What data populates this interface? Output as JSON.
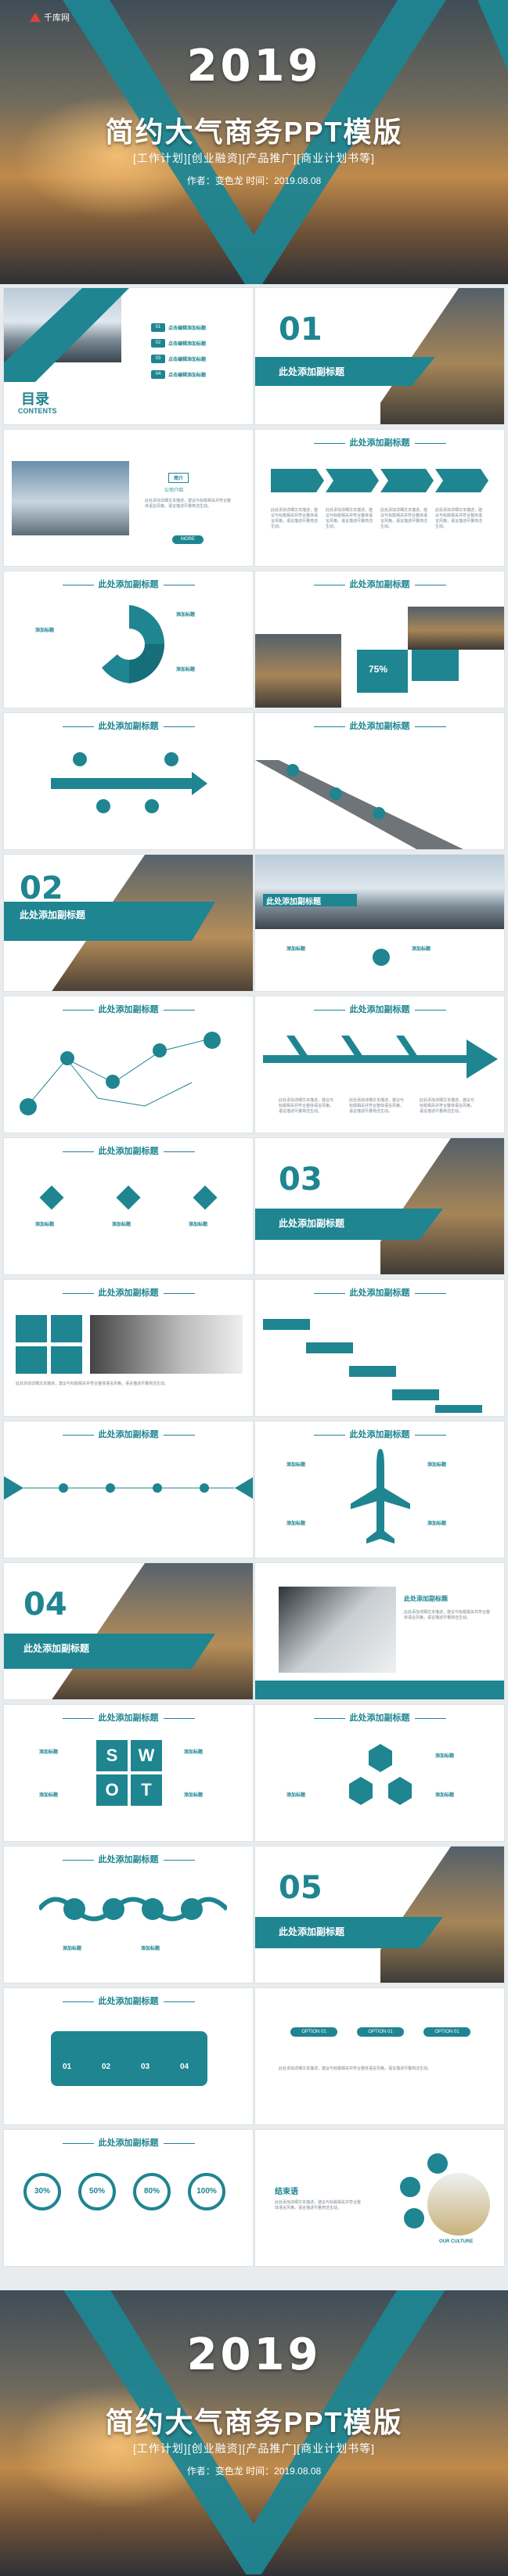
{
  "cover": {
    "logo": "千库网",
    "year": "2019",
    "title": "简约大气商务PPT模版",
    "tags": "[工作计划][创业融资][产品推广][商业计划书等]",
    "author": "作者：变色龙 时间：2019.08.08"
  },
  "contents": {
    "label": "目录",
    "sub": "CONTENTS",
    "items": [
      {
        "num": "01",
        "text": "点击编辑添加标题"
      },
      {
        "num": "02",
        "text": "点击编辑添加标题"
      },
      {
        "num": "03",
        "text": "点击编辑添加标题"
      },
      {
        "num": "04",
        "text": "点击编辑添加标题"
      }
    ]
  },
  "sections": [
    {
      "num": "01",
      "title": "此处添加副标题"
    },
    {
      "num": "02",
      "title": "此处添加副标题"
    },
    {
      "num": "03",
      "title": "此处添加副标题"
    },
    {
      "num": "04",
      "title": "此处添加副标题"
    },
    {
      "num": "05",
      "title": "此处添加副标题"
    }
  ],
  "slide_title": "此处添加副标题",
  "intro": {
    "tag": "简介",
    "heading": "公司介绍",
    "btn": "MORE"
  },
  "card_title": "添加标题",
  "percent": "75%",
  "swot": [
    "S",
    "W",
    "O",
    "T"
  ],
  "rings": [
    "30%",
    "50%",
    "80%",
    "100%"
  ],
  "option_label": "OPTION 01",
  "timeline_num": [
    "01",
    "02",
    "03",
    "04"
  ],
  "thanks": {
    "title": "结束语",
    "badge": "OUR CULTURE"
  },
  "lorem": "此处添加详细文本描述，建议与标题相关并符合整体语言风格，语言描述尽量简洁生动。"
}
